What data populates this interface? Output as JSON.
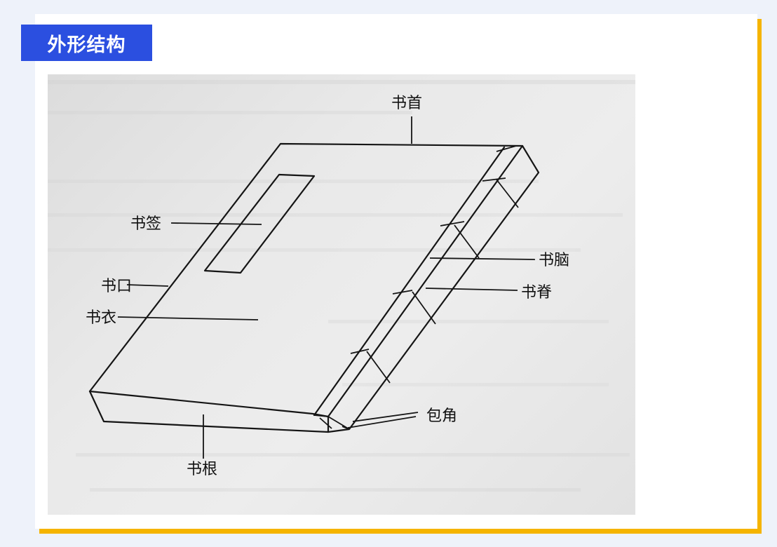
{
  "header": {
    "title": "外形结构"
  },
  "diagram": {
    "labels": {
      "shu_shou": "书首",
      "shu_qian": "书签",
      "shu_kou": "书口",
      "shu_yi": "书衣",
      "shu_nao": "书脑",
      "shu_ji": "书脊",
      "bao_jiao": "包角",
      "shu_gen": "书根"
    }
  },
  "colors": {
    "page_background": "#eef2fa",
    "title_badge": "#2b4fe0",
    "accent_border": "#f5b400"
  }
}
